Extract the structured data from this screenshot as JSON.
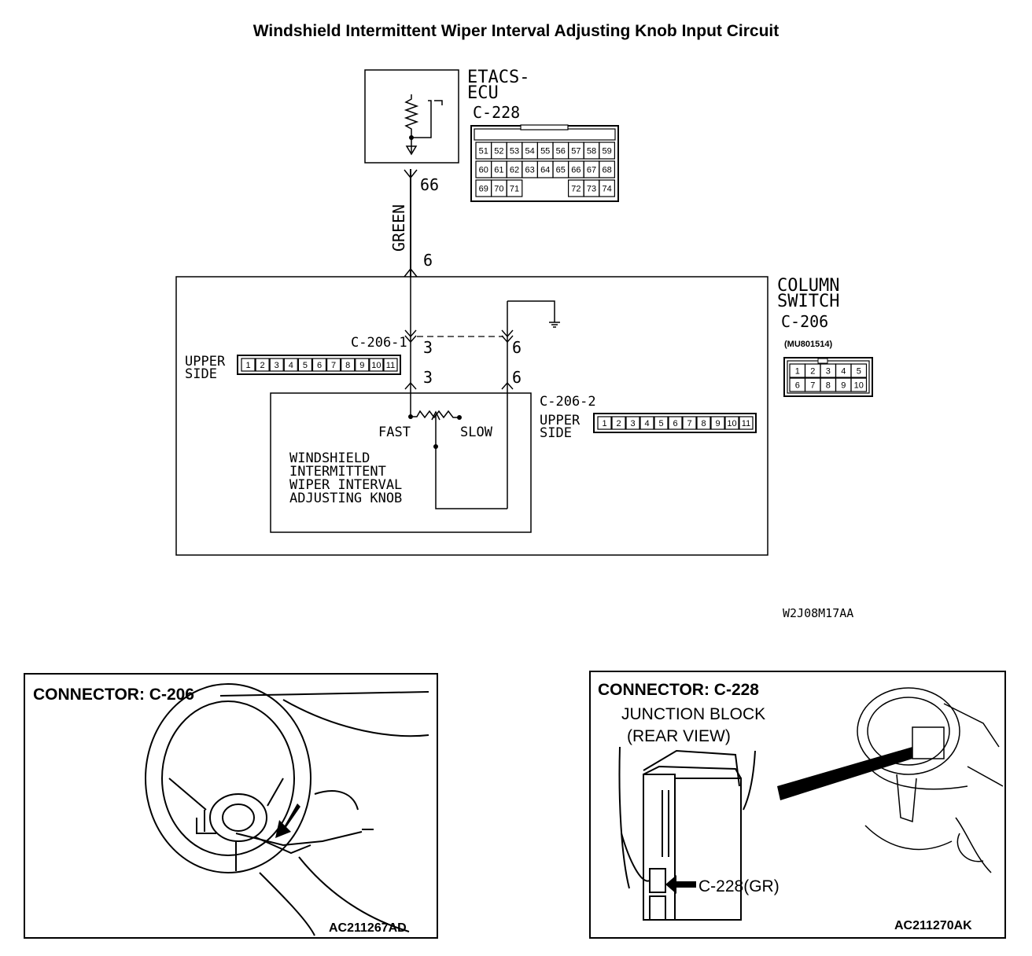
{
  "title": "Windshield Intermittent Wiper Interval Adjusting Knob Input Circuit",
  "ecu": {
    "name_line1": "ETACS-",
    "name_line2": "ECU",
    "connector": "C-228",
    "pins_row1": [
      "51",
      "52",
      "53",
      "54",
      "55",
      "56",
      "57",
      "58",
      "59"
    ],
    "pins_row2": [
      "60",
      "61",
      "62",
      "63",
      "64",
      "65",
      "66",
      "67",
      "68"
    ],
    "pins_row3": [
      "69",
      "70",
      "71",
      "",
      "",
      "",
      "72",
      "73",
      "74"
    ],
    "output_pin": "66"
  },
  "wire": {
    "color_label": "GREEN",
    "switch_pin": "6"
  },
  "column_switch": {
    "name_line1": "COLUMN",
    "name_line2": "SWITCH",
    "connector": "C-206",
    "part_number": "(MU801514)",
    "pins_row1": [
      "1",
      "2",
      "3",
      "4",
      "5"
    ],
    "pins_row2": [
      "6",
      "7",
      "8",
      "9",
      "10"
    ],
    "sub1": {
      "label": "C-206-1",
      "pin_a": "3",
      "pin_b": "6",
      "side_line1": "UPPER",
      "side_line2": "SIDE",
      "pins": [
        "1",
        "2",
        "3",
        "4",
        "5",
        "6",
        "7",
        "8",
        "9",
        "10",
        "11"
      ]
    },
    "sub2": {
      "label": "C-206-2",
      "pin_a": "3",
      "pin_b": "6",
      "side_line1": "UPPER",
      "side_line2": "SIDE",
      "pins": [
        "1",
        "2",
        "3",
        "4",
        "5",
        "6",
        "7",
        "8",
        "9",
        "10",
        "11"
      ]
    }
  },
  "knob": {
    "fast": "FAST",
    "slow": "SLOW",
    "name_lines": [
      "WINDSHIELD",
      "INTERMITTENT",
      "WIPER INTERVAL",
      "ADJUSTING KNOB"
    ]
  },
  "diagram_code": "W2J08M17AA",
  "panel_left": {
    "title": "CONNECTOR: C-206",
    "code": "AC211267AD"
  },
  "panel_right": {
    "title": "CONNECTOR: C-228",
    "label_line1": "JUNCTION BLOCK",
    "label_line2": "(REAR VIEW)",
    "callout": "C-228(GR)",
    "code": "AC211270AK"
  }
}
